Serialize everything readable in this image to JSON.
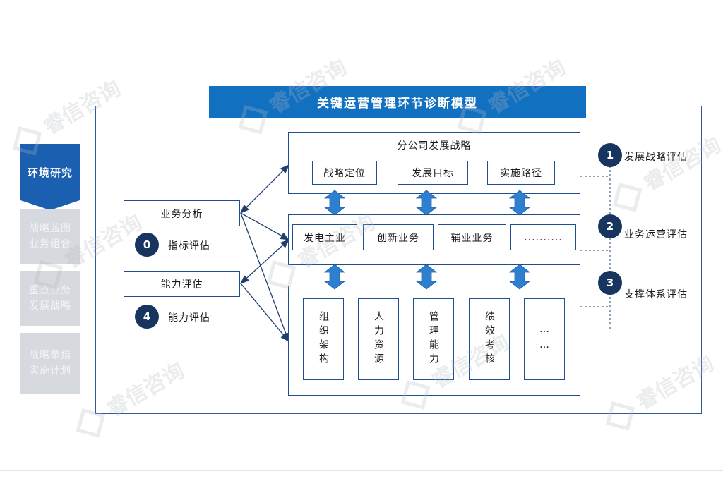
{
  "title": "关键运营管理环节诊断模型",
  "sidebar": {
    "active": "环境研究",
    "items": [
      {
        "line1": "战略蓝图",
        "line2": "业务组合"
      },
      {
        "line1": "重点业务",
        "line2": "发展战略"
      },
      {
        "line1": "战略举措",
        "line2": "实施计划"
      }
    ]
  },
  "left": {
    "box1": "业务分析",
    "badge1": "0",
    "caption1": "指标评估",
    "box2": "能力评估",
    "badge2": "4",
    "caption2": "能力评估"
  },
  "top_block": {
    "title": "分公司发展战略",
    "items": [
      "战略定位",
      "发展目标",
      "实施路径"
    ]
  },
  "middle_block": {
    "items": [
      "发电主业",
      "创新业务",
      "辅业业务",
      ".........."
    ]
  },
  "bottom_block": {
    "items": [
      "组织架构",
      "人力资源",
      "管理能力",
      "绩效考核",
      "……"
    ]
  },
  "right": [
    {
      "num": "1",
      "label": "发展战略评估"
    },
    {
      "num": "2",
      "label": "业务运营评估"
    },
    {
      "num": "3",
      "label": "支撑体系评估"
    }
  ],
  "watermark": "睿信咨询",
  "colors": {
    "accent": "#1270c0",
    "dark": "#17355e",
    "arrow": "#2e7fcf"
  }
}
